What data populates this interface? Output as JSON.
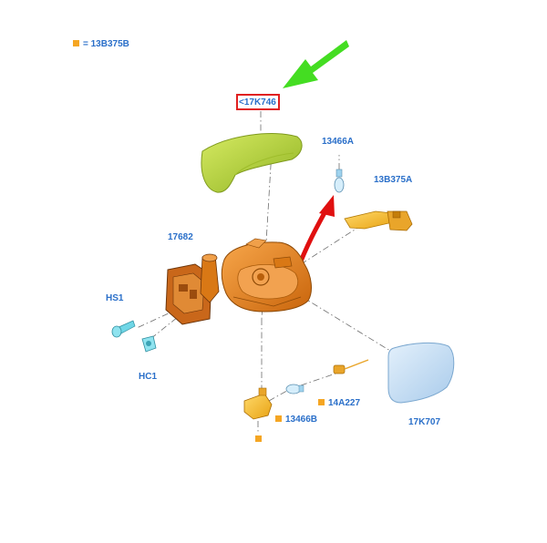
{
  "legend": {
    "label": "= 13B375B",
    "color": "#f5a623"
  },
  "callout": {
    "label": "<17K746",
    "border_color": "#e02020"
  },
  "labels": {
    "bulb_top": "13466A",
    "turn_lamp": "13B375A",
    "actuator": "17682",
    "screw": "HS1",
    "clip": "HC1",
    "glass": "17K707",
    "bulb_bottom": "13466B",
    "harness": "14A227"
  },
  "colors": {
    "label_text": "#2a6fc9",
    "cover": "#b5d33a",
    "housing": "#e8891a",
    "glass": "#c7dff5",
    "arrow_green": "#44dd22",
    "arrow_red": "#e01010"
  }
}
